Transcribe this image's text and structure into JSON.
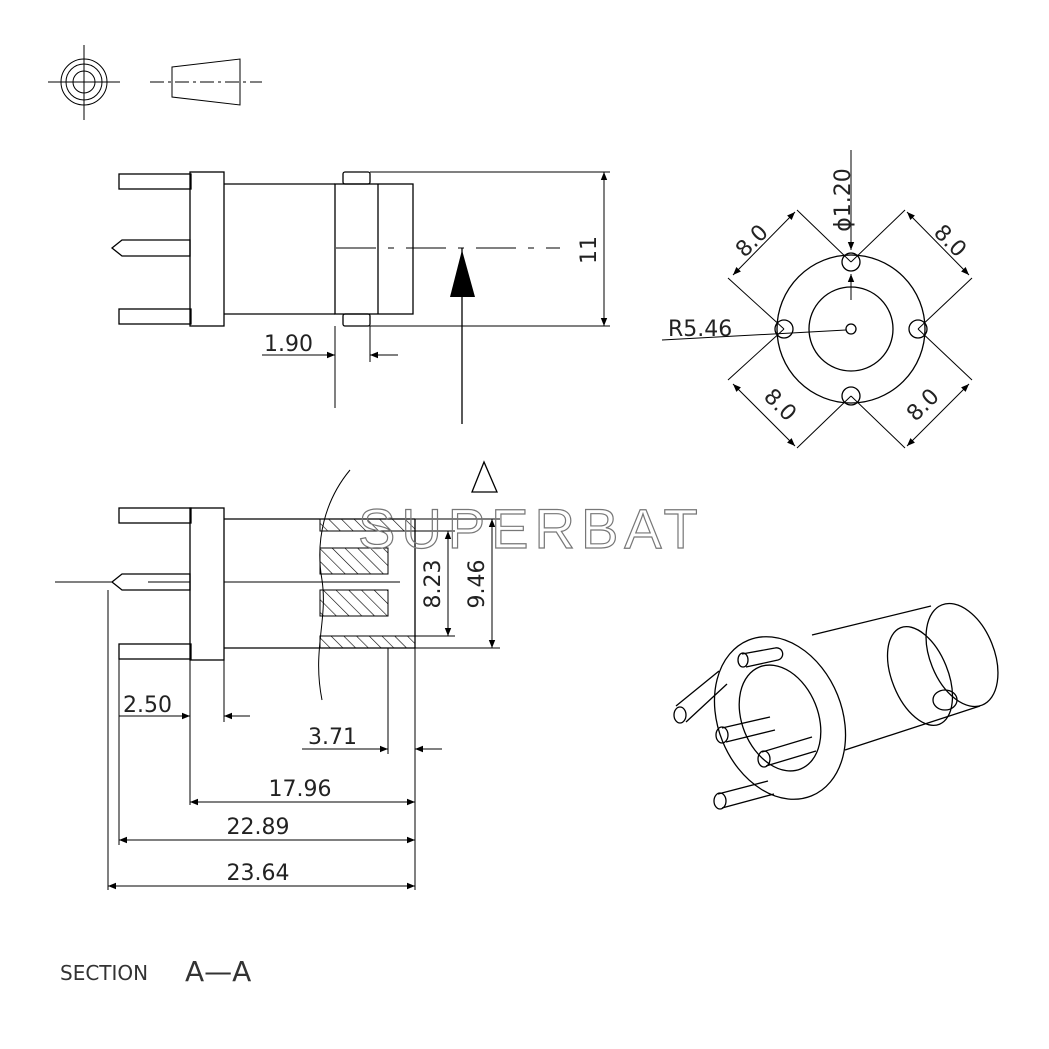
{
  "watermark": "SUPERBAT",
  "dimensions": {
    "front_height": "11",
    "flange_width": "1.90",
    "phi": "ϕ1.20",
    "radius": "R5.46",
    "pitch_top_left": "8.0",
    "pitch_top_right": "8.0",
    "pitch_bottom_left": "8.0",
    "pitch_bottom_right": "8.0",
    "inner_diameter": "8.23",
    "outer_diameter": "9.46",
    "pin_length": "2.50",
    "front_offset": "3.71",
    "body_length": "17.96",
    "overall_length_a": "22.89",
    "overall_length_b": "23.64"
  },
  "section_label": {
    "prefix": "SECTION",
    "name": "A—A"
  },
  "section_marker": "A"
}
